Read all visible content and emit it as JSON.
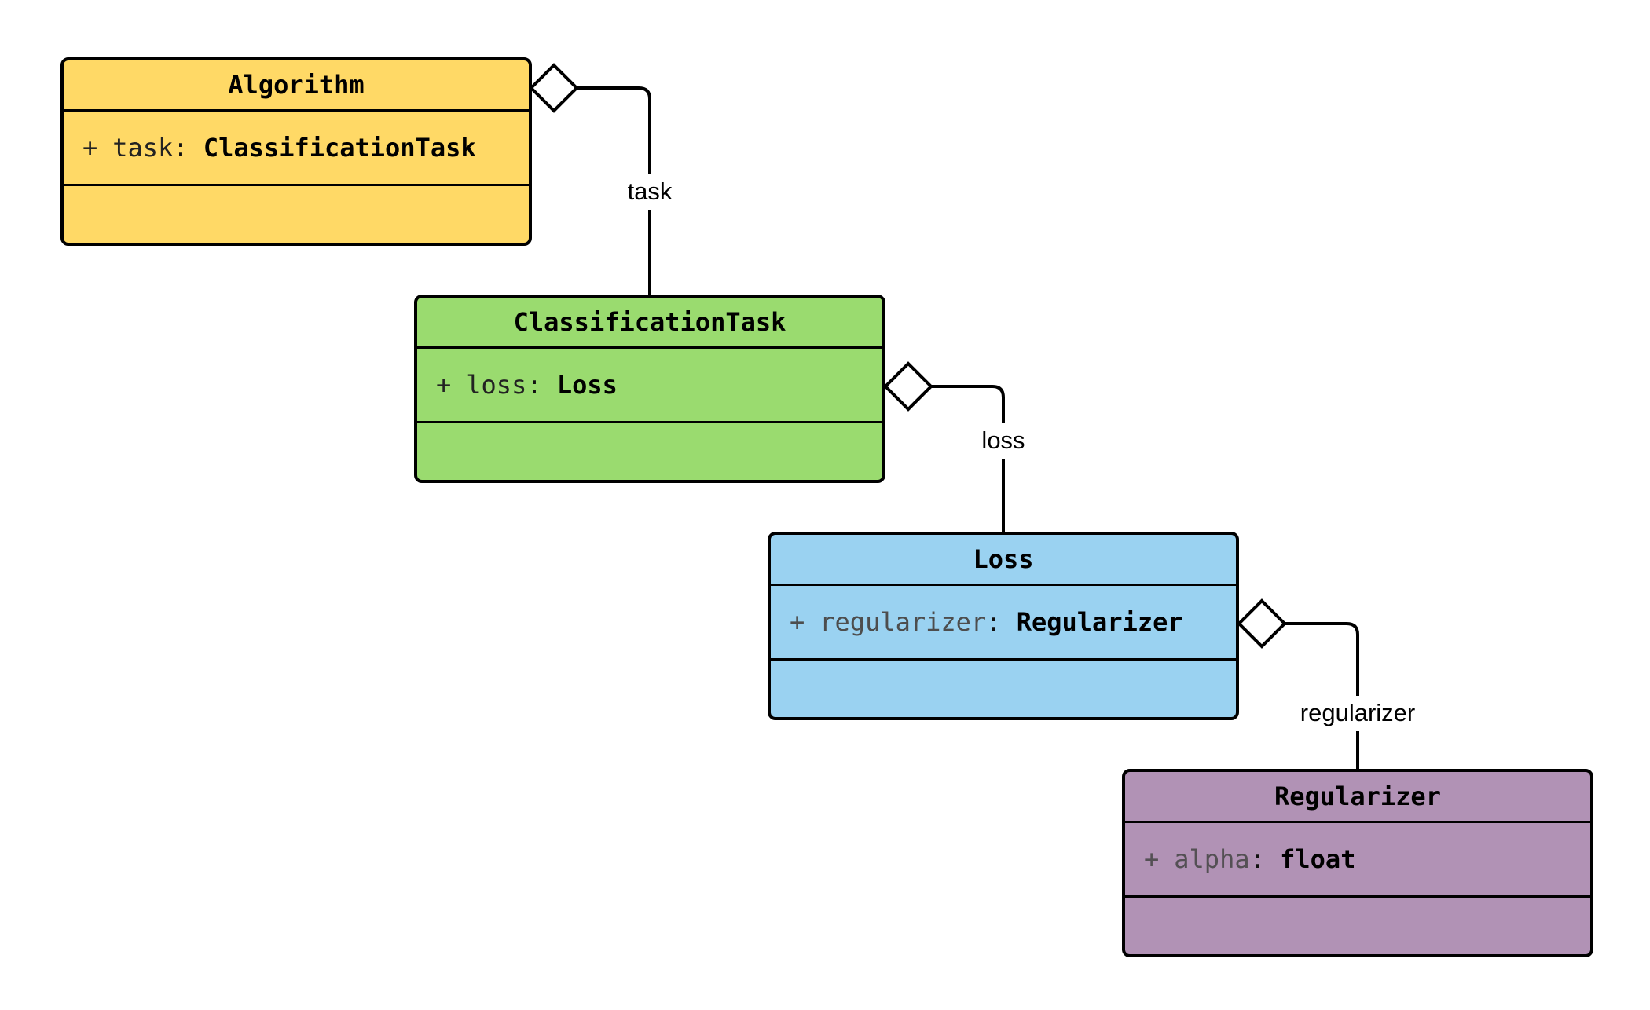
{
  "diagram": {
    "type": "uml-class-diagram",
    "background": "#FFFFFF",
    "stroke_color": "#000000",
    "classes": [
      {
        "name": "Algorithm",
        "fill": "#FFD966",
        "muted": "#222222",
        "attributes": [
          {
            "visibility": "+",
            "name": "task",
            "separator": ": ",
            "type": "ClassificationTask"
          }
        ]
      },
      {
        "name": "ClassificationTask",
        "fill": "#9ADB6F",
        "muted": "#222222",
        "attributes": [
          {
            "visibility": "+",
            "name": "loss",
            "separator": ": ",
            "type": "Loss"
          }
        ]
      },
      {
        "name": "Loss",
        "fill": "#9AD2F1",
        "muted": "#4D4D4D",
        "attributes": [
          {
            "visibility": "+",
            "name": "regularizer",
            "separator": ": ",
            "type": "Regularizer"
          }
        ]
      },
      {
        "name": "Regularizer",
        "fill": "#B192B5",
        "muted": "#545054",
        "attributes": [
          {
            "visibility": "+",
            "name": "alpha",
            "separator": ": ",
            "type": "float"
          }
        ]
      }
    ],
    "relations": [
      {
        "from": "Algorithm",
        "to": "ClassificationTask",
        "label": "task",
        "kind": "aggregation"
      },
      {
        "from": "ClassificationTask",
        "to": "Loss",
        "label": "loss",
        "kind": "aggregation"
      },
      {
        "from": "Loss",
        "to": "Regularizer",
        "label": "regularizer",
        "kind": "aggregation"
      }
    ]
  }
}
